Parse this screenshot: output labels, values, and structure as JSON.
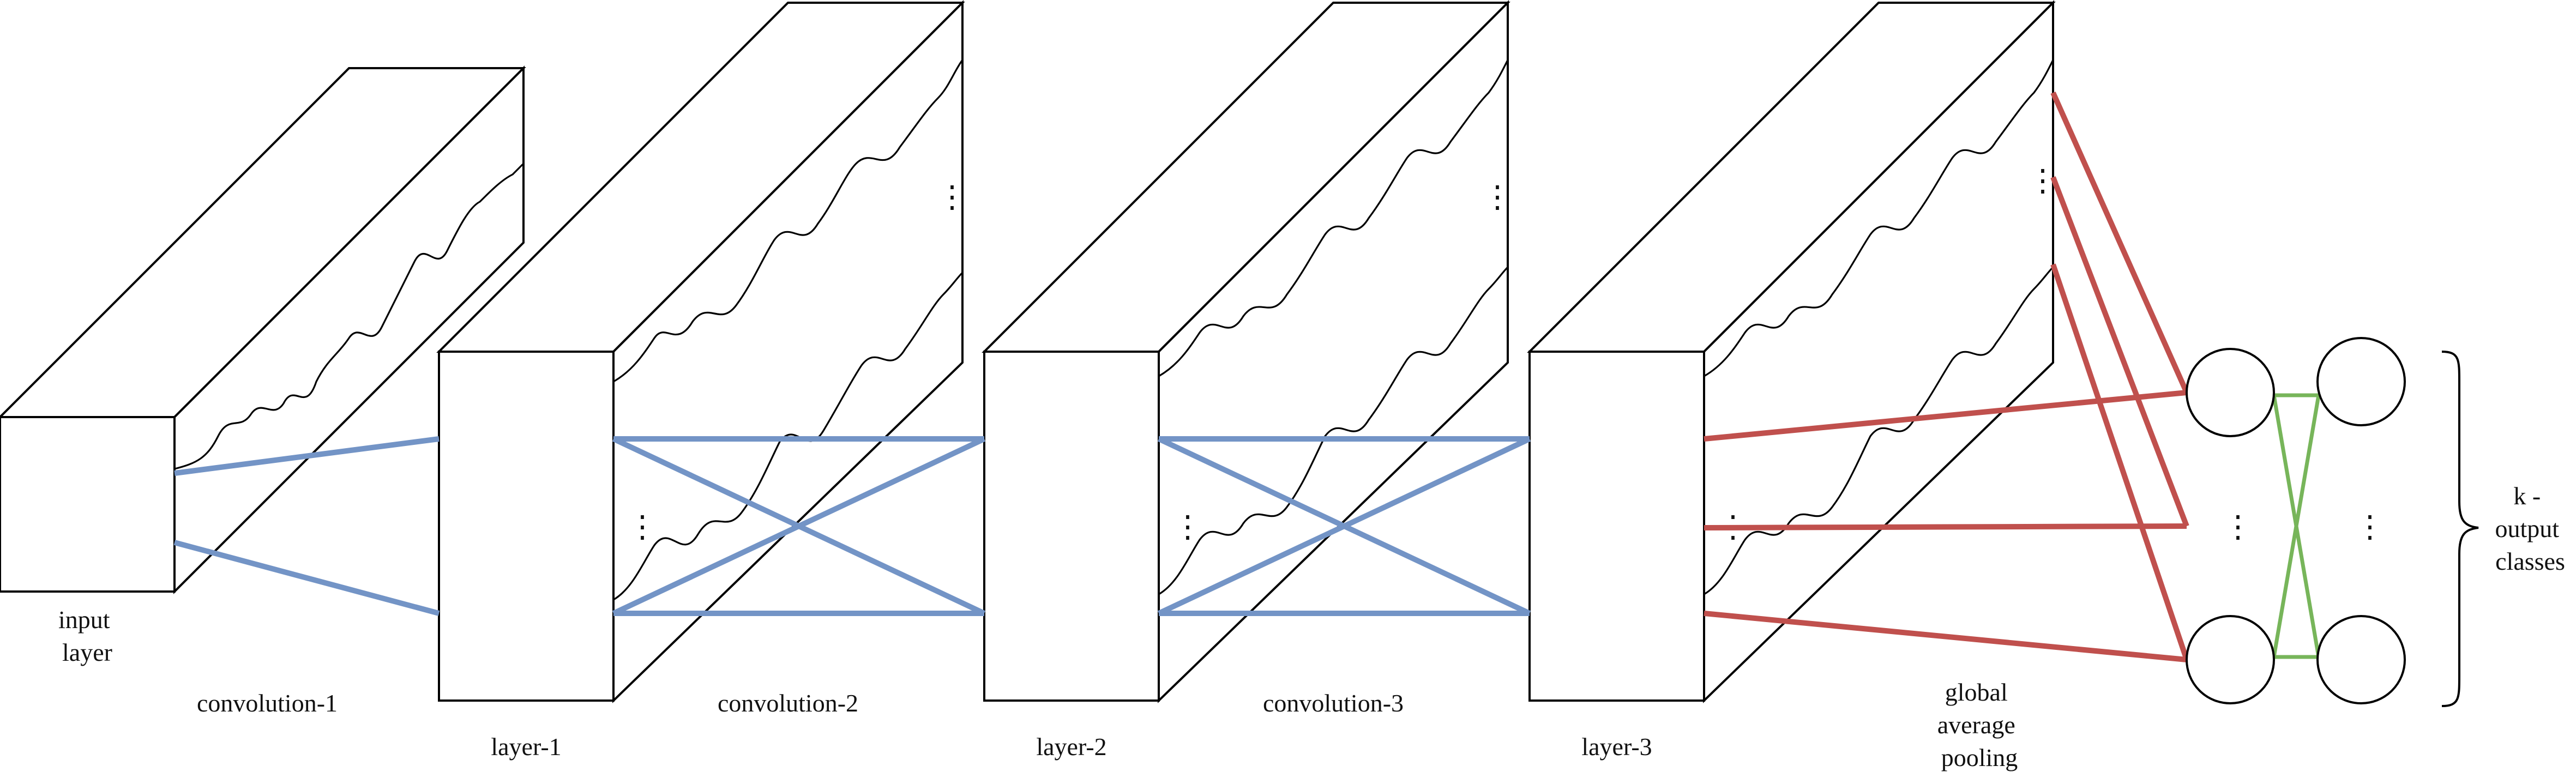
{
  "labels": {
    "input_layer": [
      "input",
      "layer"
    ],
    "convolution_1": "convolution-1",
    "layer_1": "layer-1",
    "convolution_2": "convolution-2",
    "layer_2": "layer-2",
    "convolution_3": "convolution-3",
    "layer_3": "layer-3",
    "global_average_pooling": [
      "global",
      "average",
      "pooling"
    ],
    "output_classes": [
      "k -",
      "output",
      "classes"
    ],
    "ellipsis": "⋮"
  },
  "colors": {
    "conv_connections": "#7394c6",
    "pooling_connections": "#c0504d",
    "output_connections": "#77b55a",
    "outline": "#000000"
  }
}
